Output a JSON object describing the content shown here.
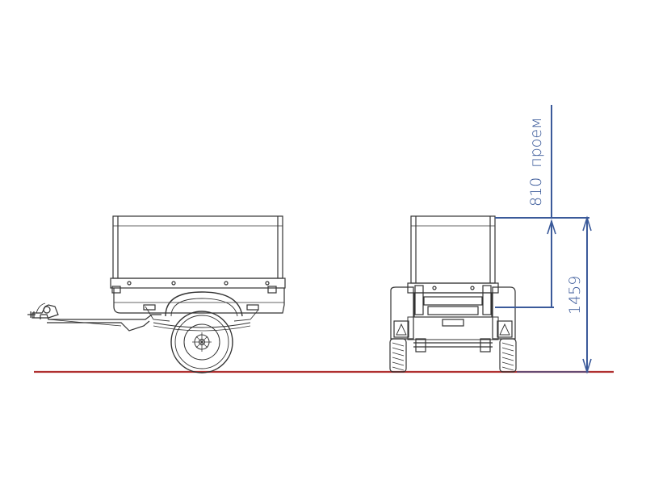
{
  "dimensions": {
    "opening": {
      "value": "810",
      "label": "проем"
    },
    "height": {
      "value": "1459"
    }
  },
  "colors": {
    "drawing": "#333333",
    "dimension": "#3b5a9a",
    "ground": "#b03030"
  },
  "views": [
    "side-view",
    "rear-view"
  ]
}
